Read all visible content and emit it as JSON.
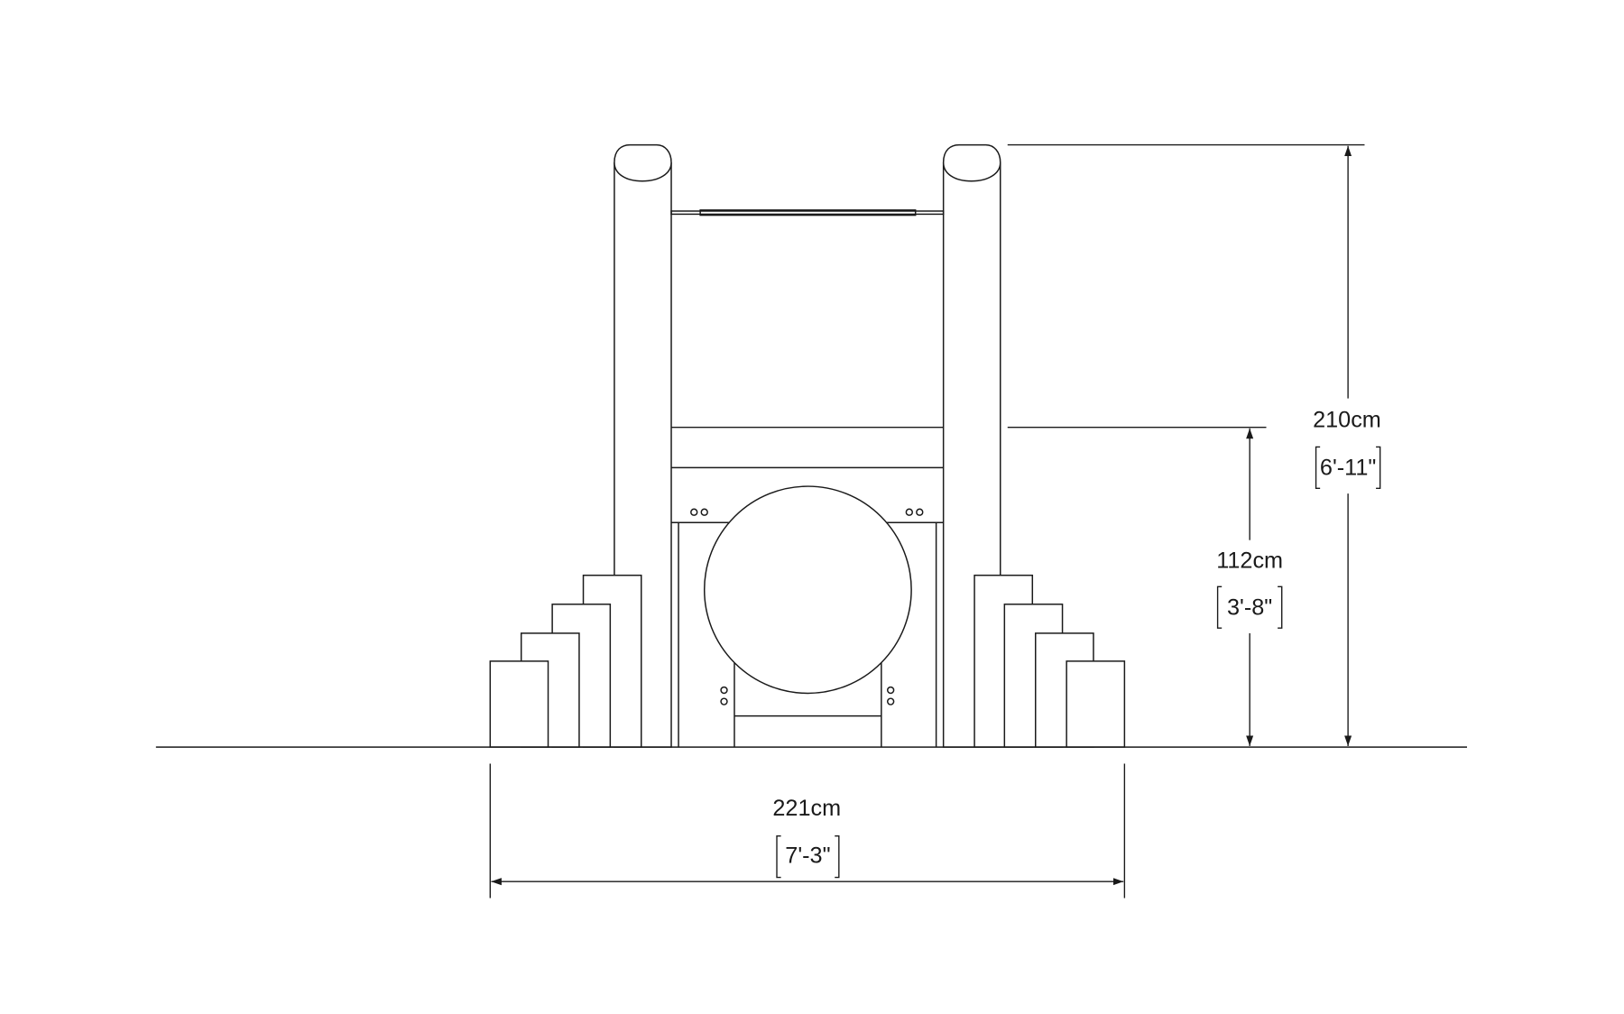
{
  "dimensions": {
    "overall_height": {
      "metric": "210cm",
      "imperial": "6'-11\""
    },
    "platform_height": {
      "metric": "112cm",
      "imperial": "3'-8\""
    },
    "overall_width": {
      "metric": "221cm",
      "imperial": "7'-3\""
    }
  },
  "colors": {
    "line": "#1a1a1a",
    "background": "#ffffff"
  }
}
